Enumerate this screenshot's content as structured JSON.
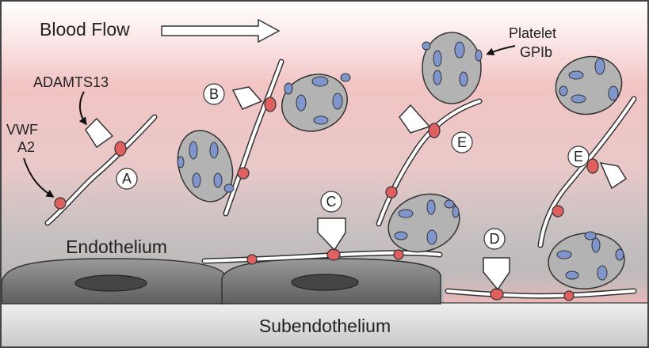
{
  "labels": {
    "blood_flow": "Blood Flow",
    "adamts13": "ADAMTS13",
    "vwf_line1": "VWF",
    "vwf_line2": "A2",
    "platelet_line1": "Platelet",
    "platelet_line2": "GPIb",
    "endothelium": "Endothelium",
    "subendothelium": "Subendothelium"
  },
  "sites": {
    "a": "A",
    "b": "B",
    "c": "C",
    "d": "D",
    "e1": "E",
    "e2": "E"
  },
  "colors": {
    "background_top": "#ffffff",
    "background_pink": "#f2c4c4",
    "background_grey": "#b8b8b8",
    "cell_fill": "#7a7a7a",
    "nucleus_fill": "#4a4a4a",
    "subendothelium_fill": "#d6d6d6",
    "vwf_strand": "#ffffff",
    "a2_domain": "#e06060",
    "platelet_fill": "#b3b3b3",
    "gpib_receptor": "#7f95cc"
  }
}
